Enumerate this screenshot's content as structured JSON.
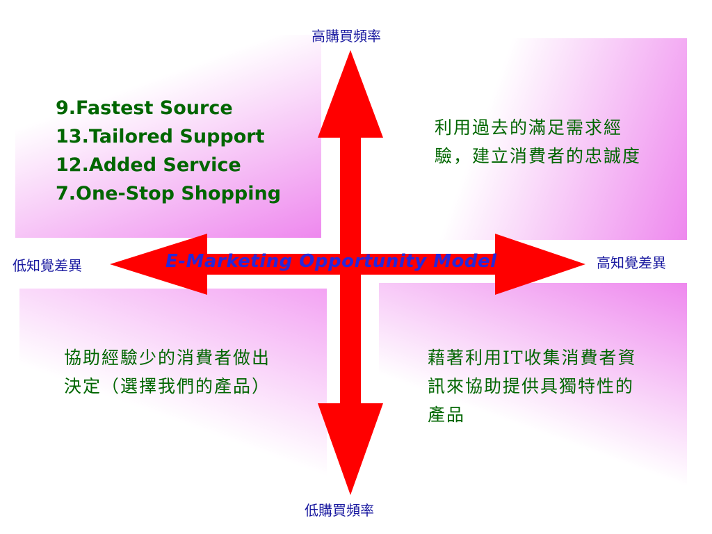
{
  "axes": {
    "top": "高購買頻率",
    "bottom": "低購買頻率",
    "left": "低知覺差異",
    "right": "高知覺差異"
  },
  "title": "E-Marketing Opportunity Model",
  "quadrants": {
    "top_left": {
      "items": [
        "9.Fastest Source",
        "13.Tailored Support",
        "12.Added Service",
        "7.One-Stop Shopping"
      ]
    },
    "top_right": {
      "text": "利用過去的滿足需求經驗，建立消費者的忠誠度"
    },
    "bottom_left": {
      "text": "協助經驗少的消費者做出決定（選擇我們的產品）"
    },
    "bottom_right": {
      "text": "藉著利用IT收集消費者資訊來協助提供具獨特性的產品"
    }
  },
  "colors": {
    "arrow": "#ff0000",
    "quadrant_gradient": "#ee88ee",
    "quadrant_text": "#006600",
    "axis_label": "#1a1aa0",
    "title": "#2828d8"
  }
}
